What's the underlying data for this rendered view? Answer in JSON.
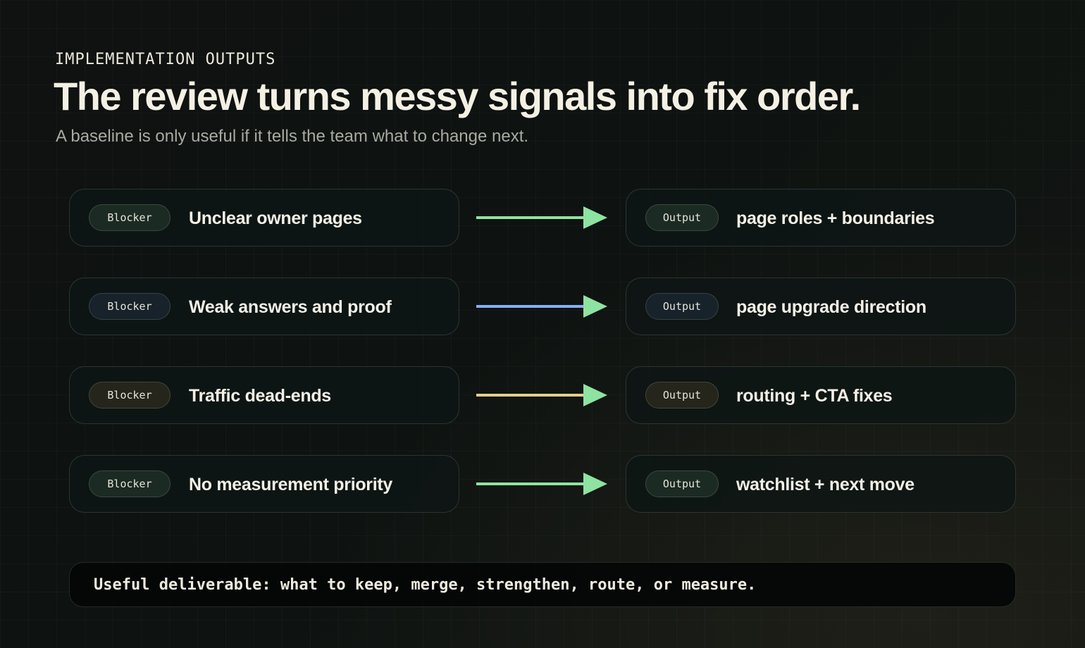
{
  "header": {
    "eyebrow": "IMPLEMENTATION OUTPUTS",
    "title": "The review turns messy signals into fix order.",
    "subtitle": "A baseline is only useful if it tells the team what to change next."
  },
  "colors": {
    "arrow_head": "#8ee3a0",
    "line_green": "#8ee3a0",
    "line_blue": "#86aef5",
    "line_yellow": "#e2cf8a"
  },
  "rows": [
    {
      "blocker_tag": "Blocker",
      "blocker": "Unclear owner pages",
      "output_tag": "Output",
      "output": "page roles + boundaries",
      "line_color": "#8ee3a0",
      "pill_bg": "#1b2a22"
    },
    {
      "blocker_tag": "Blocker",
      "blocker": "Weak answers and proof",
      "output_tag": "Output",
      "output": "page upgrade direction",
      "line_color": "#86aef5",
      "pill_bg": "#17222a"
    },
    {
      "blocker_tag": "Blocker",
      "blocker": "Traffic dead-ends",
      "output_tag": "Output",
      "output": "routing + CTA fixes",
      "line_color": "#e2cf8a",
      "pill_bg": "#25251b"
    },
    {
      "blocker_tag": "Blocker",
      "blocker": "No measurement priority",
      "output_tag": "Output",
      "output": "watchlist + next move",
      "line_color": "#8ee3a0",
      "pill_bg": "#1b2a22"
    }
  ],
  "footer": "Useful deliverable: what to keep, merge, strengthen, route, or measure."
}
